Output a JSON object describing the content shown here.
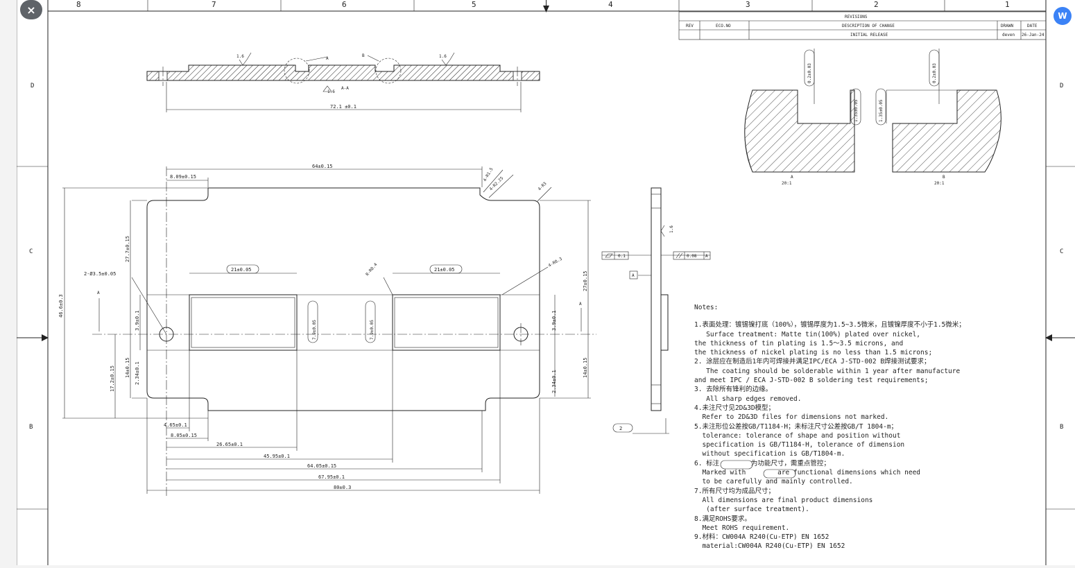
{
  "ui": {
    "close_glyph": "×",
    "badge_glyph": "W"
  },
  "frame": {
    "columns": [
      "8",
      "7",
      "6",
      "5",
      "4",
      "3",
      "2",
      "1"
    ],
    "rows": [
      "D",
      "C",
      "B"
    ]
  },
  "revisions": {
    "title": "REVISIONS",
    "headers": [
      "REV",
      "ECO.NO",
      "DESCRIPTION OF CHANGE",
      "DRAWN",
      "DATE"
    ],
    "row": {
      "desc": "INITIAL RELEASE",
      "drawn": "deven",
      "date": "26-Jan-24"
    }
  },
  "section": {
    "dims": [
      "1.6",
      "1.6",
      "1.6",
      "A",
      "B",
      "A-A",
      "72.1 ±0.1"
    ]
  },
  "plan": {
    "dims": [
      "64±0.15",
      "8.09±0.15",
      "4-R1.5",
      "4-R2.25",
      "4-R3",
      "2-Ø3.5±0.05",
      "21±0.05",
      "21±0.05",
      "R-R0.4",
      "4-R0.3",
      "A",
      "A",
      "27.7±0.15",
      "46.6±0.3",
      "27±0.15",
      "17.2±0.15",
      "14±0.15",
      "3.9±0.1",
      "2.34±0.1",
      "3.9±0.1",
      "2.34±0.1",
      "14±0.15",
      "7.9±0.05",
      "7.9±0.05",
      "4.65±0.1",
      "8.05±0.15",
      "26.65±0.1",
      "45.95±0.1",
      "64.05±0.15",
      "67.95±0.1",
      "80±0.3"
    ]
  },
  "side": {
    "dims": [
      "1.6",
      "0.1",
      "0.08",
      "A",
      "A",
      "2"
    ]
  },
  "details": {
    "detail_a": {
      "label": "A",
      "scale": "20:1",
      "dims": [
        "0.2±0.03",
        "1.35±0.05"
      ]
    },
    "detail_b": {
      "label": "B",
      "scale": "20:1",
      "dims": [
        "0.2±0.03",
        "1.35±0.05"
      ]
    }
  },
  "notes": {
    "title": "Notes:",
    "lines": [
      "1.表面处理：镀锡镍打底（100%），镀锡厚度为1.5~3.5微米，且镀镍厚度不小于1.5微米；",
      "   Surface treatment: Matte tin(100%) plated over nickel,",
      "the thickness of tin plating is 1.5～3.5 microns, and",
      "the thickness of nickel plating is no less than 1.5 microns;",
      "2. 涂层应在制造后1年内可焊接并满足IPC/ECA J-STD-002 B焊接测试要求；",
      "   The coating should be solderable within 1 year after manufacture",
      "and meet IPC / ECA J-STD-002 B soldering test requirements;",
      "3. 去除所有锋利的边缘。",
      "   All sharp edges removed.",
      "4.未注尺寸见2D&3D模型；",
      "  Refer to 2D&3D files for dimensions not marked.",
      "5.未注形位公差按GB/T1184-H；未标注尺寸公差按GB/T 1804-m；",
      "  tolerance: tolerance of shape and position without",
      "  specification is GB/T1184-H, tolerance of dimension",
      "  without specification is GB/T1804-m.",
      "6. 标注        为功能尺寸，需重点管控；",
      "  Marked with        are functional dimensions which need",
      "  to be carefully and mainly controlled.",
      "7.所有尺寸均为成品尺寸；",
      "  All dimensions are final product dimensions",
      "   (after surface treatment).",
      "8.满足ROHS要求。",
      "  Meet ROHS requirement.",
      "9.材料：CW004A R240(Cu-ETP) EN 1652",
      "  material:CW004A R240(Cu-ETP) EN 1652"
    ]
  }
}
